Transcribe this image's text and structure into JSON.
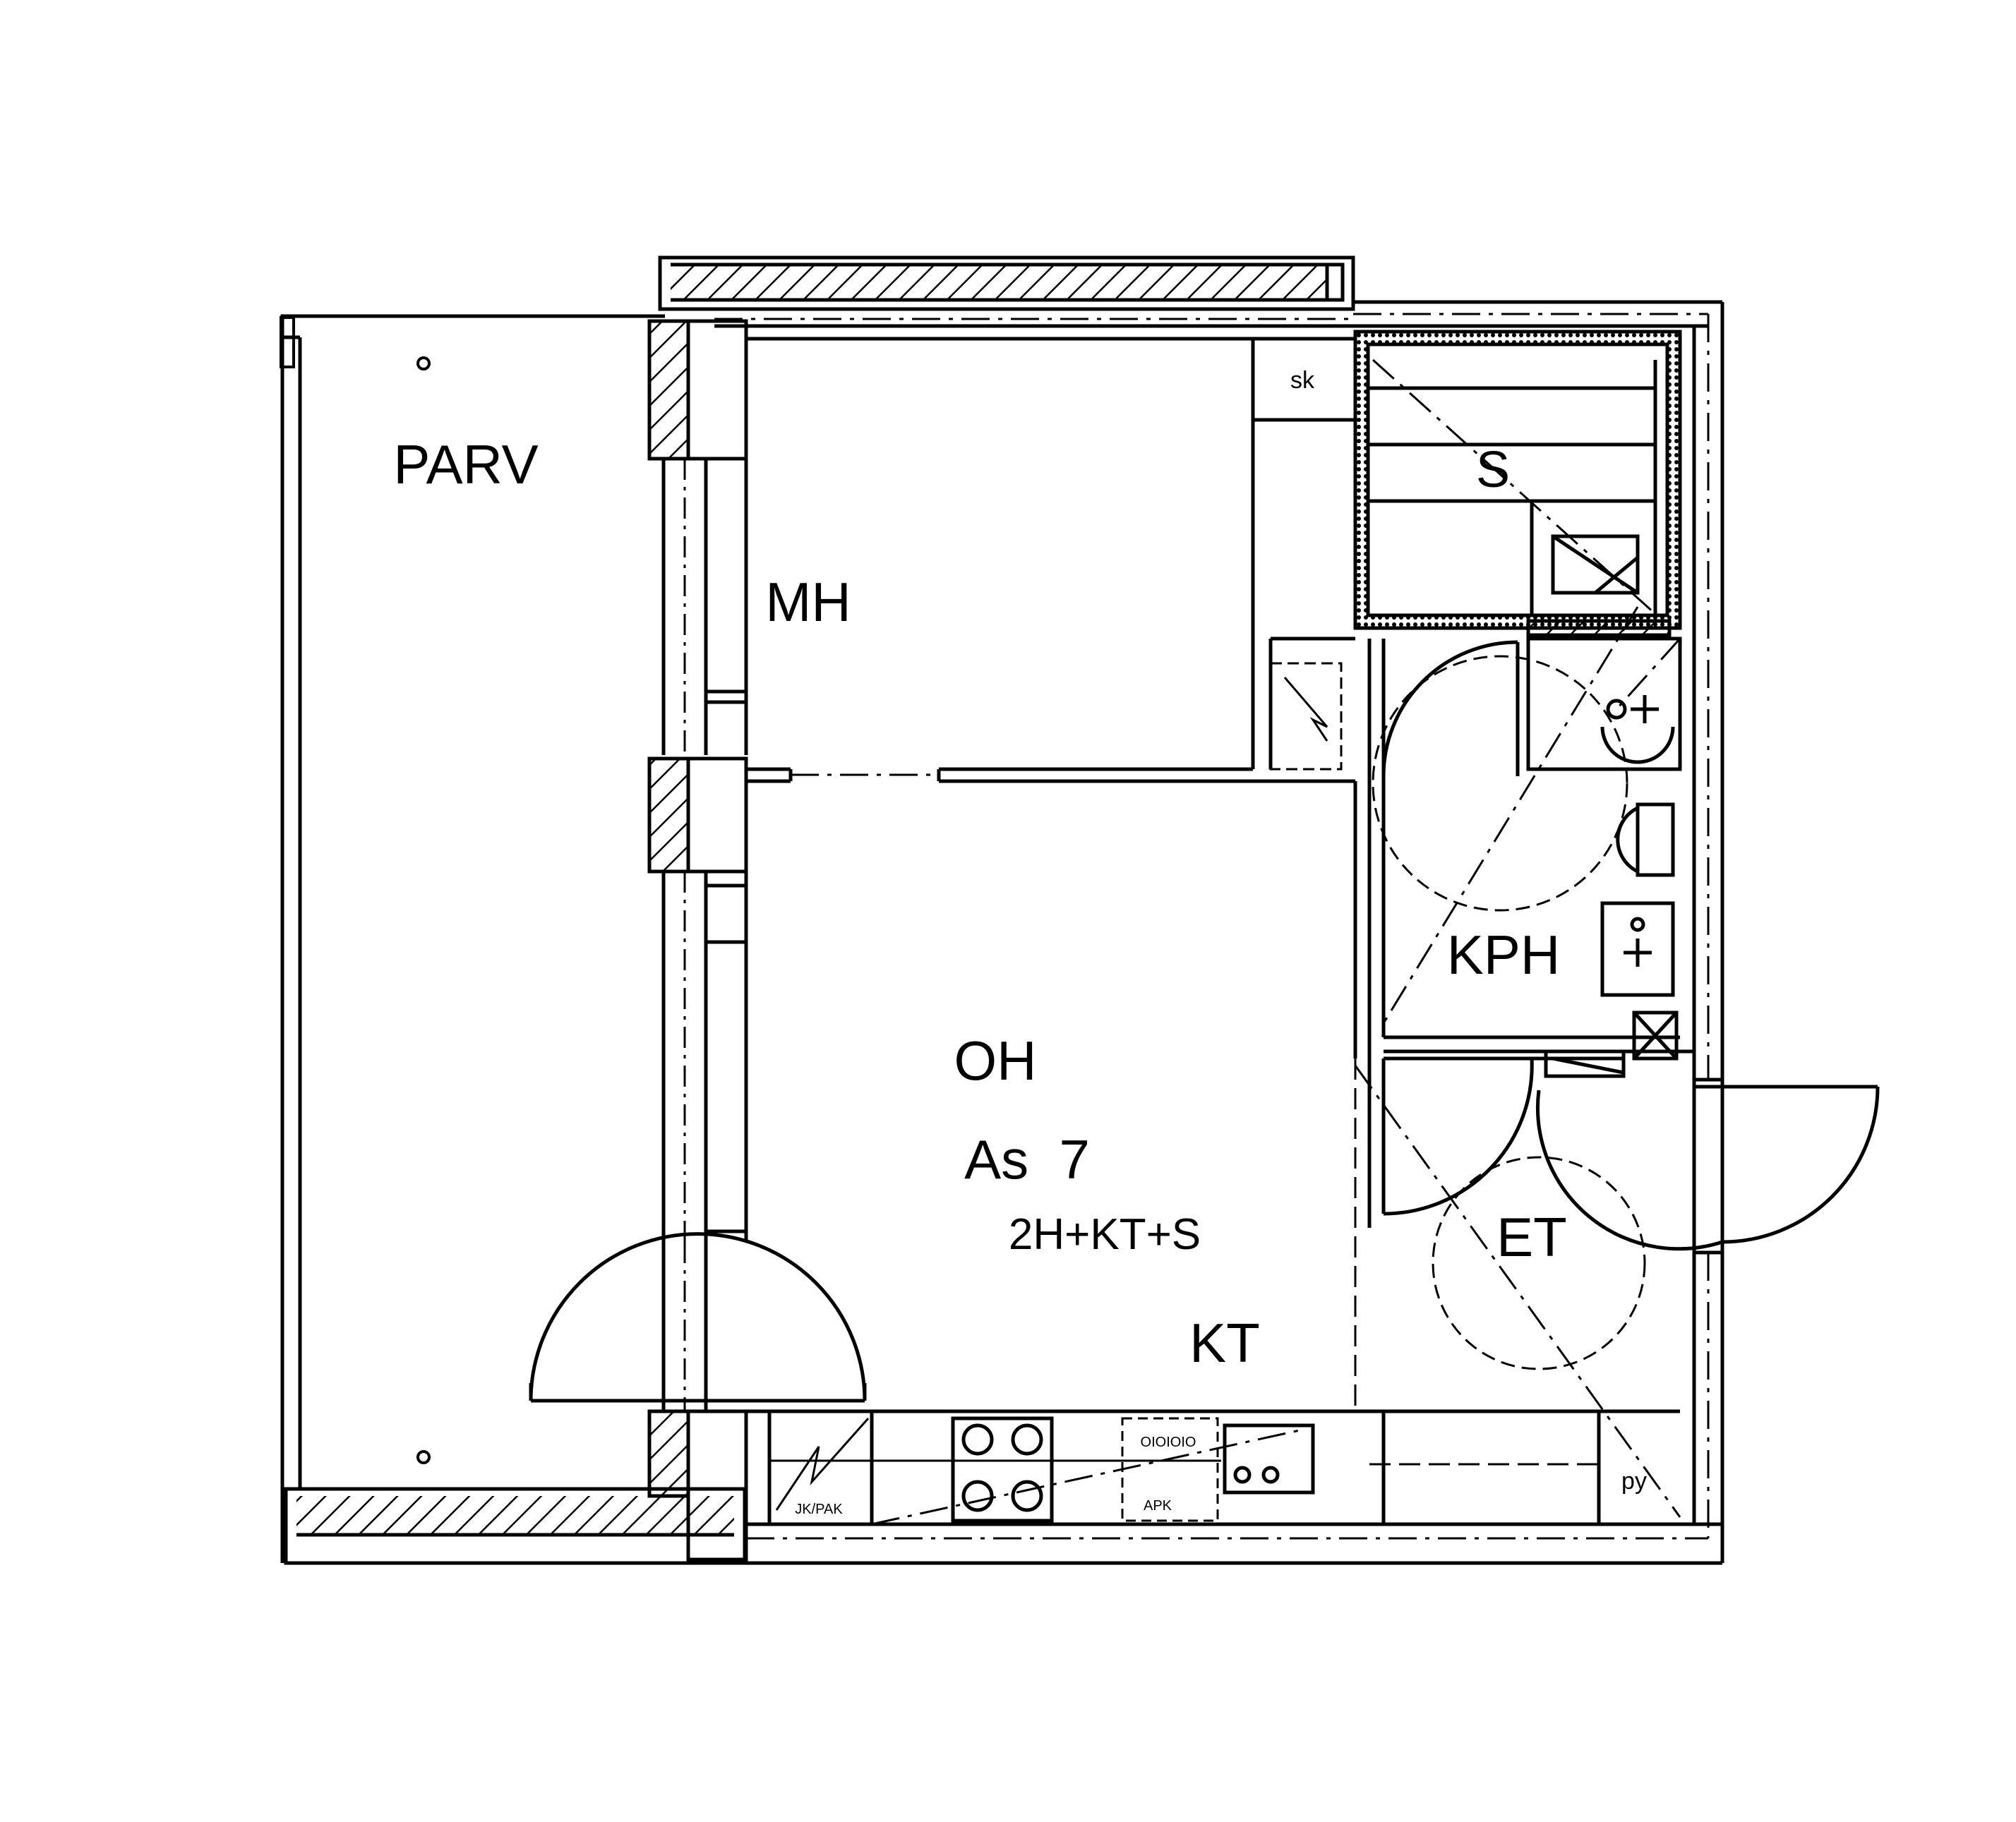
{
  "floor_plan": {
    "rooms": {
      "balcony": "PARV",
      "bedroom": "MH",
      "living_room": "OH",
      "kitchen": "KT",
      "bathroom": "KPH",
      "sauna": "S",
      "entrance": "ET"
    },
    "apartment": {
      "number": "As  7",
      "layout": "2H+KT+S"
    },
    "annotations": {
      "closet": "sk",
      "wardrobe": "py",
      "fridge_freezer": "JK/PAK",
      "dishwasher": "APK",
      "oven_units": "OIOIOIO"
    },
    "colors": {
      "ink": "#000000",
      "paper": "#ffffff"
    }
  }
}
